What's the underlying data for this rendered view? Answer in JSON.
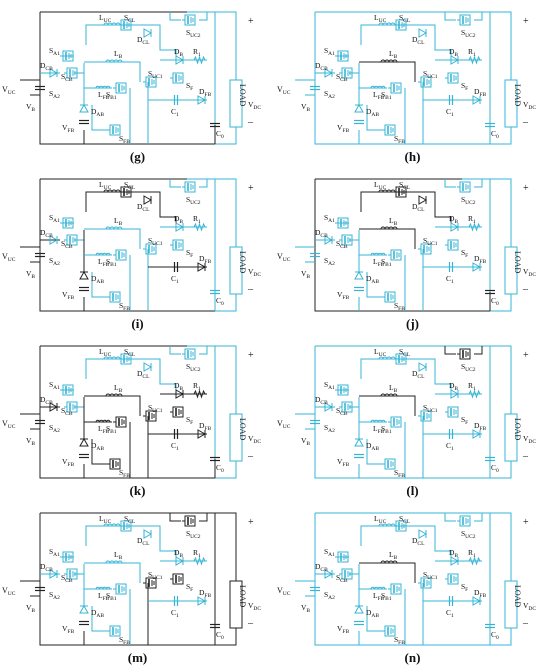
{
  "colors": {
    "active": "#35b5d6",
    "inactive": "#222222"
  },
  "text": {
    "vuc": [
      "V",
      "UC"
    ],
    "vb": [
      "V",
      "B"
    ],
    "vfb": [
      "V",
      "FB"
    ],
    "vdc": [
      "V",
      "DC"
    ],
    "dcb": [
      "D",
      "CB"
    ],
    "scb": [
      "S",
      "CB"
    ],
    "sa1": [
      "S",
      "A1"
    ],
    "sa2": [
      "S",
      "A2"
    ],
    "dab": [
      "D",
      "AB"
    ],
    "sfb": [
      "S",
      "FB"
    ],
    "luc": [
      "L",
      "UC"
    ],
    "scl": [
      "S",
      "CL"
    ],
    "dcl": [
      "D",
      "CL"
    ],
    "suc2": [
      "S",
      "UC2"
    ],
    "lb": [
      "L",
      "B"
    ],
    "lfb": [
      "L",
      "FB"
    ],
    "sb1": [
      "S",
      "B1"
    ],
    "suc1": [
      "S",
      "UC1"
    ],
    "sf": [
      "S",
      "F"
    ],
    "db": [
      "D",
      "B"
    ],
    "r1": [
      "R",
      "1"
    ],
    "dfb": [
      "D",
      "FB"
    ],
    "c1": [
      "C",
      "1"
    ],
    "c0": [
      "C",
      "0"
    ],
    "load": "LOAD",
    "plus": "+",
    "minus": "–"
  },
  "panels": [
    {
      "id": "g",
      "label": "(g)",
      "active": [
        "left_loop",
        "sa1",
        "dcb",
        "scb",
        "sfb_branch",
        "top_cl",
        "suc2",
        "load_branch",
        "lb",
        "db_r1",
        "suc1",
        "dfb_c1"
      ]
    },
    {
      "id": "h",
      "label": "(h)",
      "active": [
        "left_loop",
        "sa1",
        "dcb",
        "scb",
        "sfb_branch",
        "top_cl",
        "suc2",
        "load_branch",
        "c0",
        "db_r1",
        "suc1",
        "dfb_c1",
        "vuc_side",
        "bottom",
        "outer"
      ]
    },
    {
      "id": "i",
      "label": "(i)",
      "active": [
        "sa1",
        "dcb",
        "scb",
        "sfb_branch",
        "suc2",
        "load_branch",
        "c0",
        "db_r1",
        "suc1",
        "lb"
      ]
    },
    {
      "id": "j",
      "label": "(j)",
      "active": [
        "left_loop",
        "sa1",
        "dcb",
        "scb",
        "sfb_branch",
        "suc2",
        "load_branch",
        "db_r1",
        "suc1",
        "dfb_c1",
        "vuc_side",
        "bottom"
      ]
    },
    {
      "id": "k",
      "label": "(k)",
      "active": [
        "sa1",
        "scb",
        "top_cl",
        "suc2",
        "load_branch"
      ]
    },
    {
      "id": "l",
      "label": "(l)",
      "active": [
        "left_loop",
        "sa1",
        "dcb",
        "scb",
        "sfb_branch",
        "top_cl",
        "load_branch",
        "c0",
        "db_r1",
        "suc1",
        "dfb_c1",
        "vuc_side",
        "bottom",
        "outer"
      ]
    },
    {
      "id": "m",
      "label": "(m)",
      "active": [
        "left_loop",
        "sa1",
        "dcb",
        "scb",
        "sfb_branch",
        "top_cl",
        "lb",
        "db_r1",
        "dfb_c1"
      ]
    },
    {
      "id": "n",
      "label": "(n)",
      "active": [
        "left_loop",
        "sa1",
        "dcb",
        "scb",
        "sfb_branch",
        "top_cl",
        "suc2",
        "load_branch",
        "c0",
        "db_r1",
        "suc1",
        "dfb_c1",
        "vuc_side",
        "bottom",
        "outer"
      ]
    }
  ]
}
